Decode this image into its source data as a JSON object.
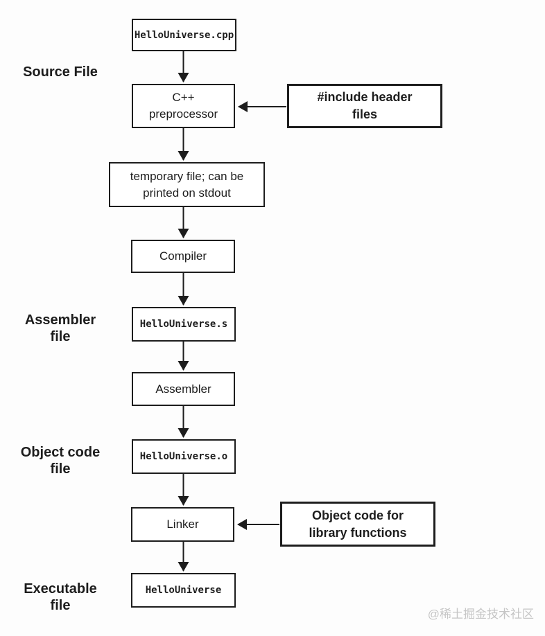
{
  "nodes": {
    "source": {
      "label": "HelloUniverse.cpp"
    },
    "preprocessor": {
      "label": "C++\npreprocessor"
    },
    "include_headers": {
      "label": "#include header\nfiles"
    },
    "temp_file": {
      "label": "temporary file; can be\nprinted on stdout"
    },
    "compiler": {
      "label": "Compiler"
    },
    "assembly_file": {
      "label": "HelloUniverse.s"
    },
    "assembler": {
      "label": "Assembler"
    },
    "object_file": {
      "label": "HelloUniverse.o"
    },
    "linker": {
      "label": "Linker"
    },
    "library_object_code": {
      "label": "Object code for\nlibrary functions"
    },
    "executable": {
      "label": "HelloUniverse"
    }
  },
  "side_labels": {
    "source_file": "Source File",
    "assembler_file": "Assembler\nfile",
    "object_code_file": "Object code\nfile",
    "executable_file": "Executable\nfile"
  },
  "watermark": "@稀土掘金技术社区",
  "colors": {
    "line": "#1d1d1d",
    "text": "#1d1d1d",
    "watermark": "#c5c5c5",
    "background": "#fdfdfd"
  }
}
